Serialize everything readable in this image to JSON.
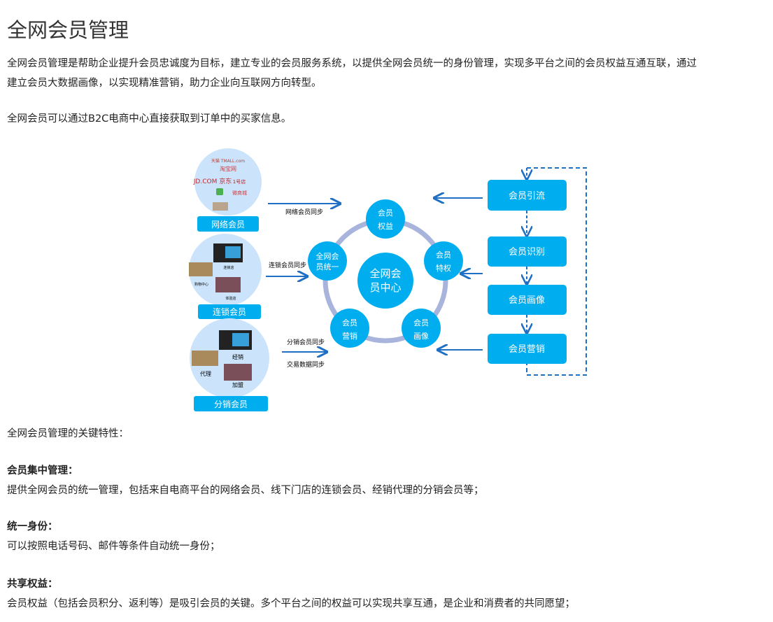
{
  "title": "全网会员管理",
  "intro_line1": "全网会员管理是帮助企业提升会员忠诚度为目标，建立专业的会员服务系统，以提供全网会员统一的身份管理，实现多平台之间的会员权益互通互联，通过",
  "intro_line2": "建立会员大数据画像，以实现精准营销，助力企业向互联网方向转型。",
  "b2c_note": "全网会员可以通过B2C电商中心直接获取到订单中的买家信息。",
  "diagram": {
    "logos": {
      "tmall": "天猫 TMALL.com",
      "taobao": "淘宝网",
      "jd": "JD.COM 京东",
      "yhd": "1号店",
      "weishang": "微商城"
    },
    "network_label": "网络会员",
    "chain_label": "连锁会员",
    "dist_label": "分销会员",
    "chain_photos": {
      "store": "连锁店",
      "mall": "购物中心",
      "exp": "体验店"
    },
    "dist_photos": {
      "jx": "经销",
      "dl": "代理",
      "jm": "加盟"
    },
    "arrow_network": "网络会员同步",
    "arrow_chain": "连锁会员同步",
    "arrow_dist": "分销会员同步",
    "arrow_trade": "交易数据同步",
    "center": [
      "全网会",
      "员中心"
    ],
    "nodes": {
      "top": [
        "会员",
        "权益"
      ],
      "right": [
        "会员",
        "特权"
      ],
      "br": [
        "会员",
        "画像"
      ],
      "bl": [
        "会员",
        "营销"
      ],
      "left": [
        "全网会",
        "员统一"
      ]
    },
    "flow": [
      "会员引流",
      "会员识别",
      "会员画像",
      "会员营销"
    ],
    "colors": {
      "blue": "#00aeef",
      "ring": "#a9b4dc",
      "arrow": "#1f6fc5",
      "left_circle": "#cce4fb"
    }
  },
  "features_title": "全网会员管理的关键特性：",
  "features": [
    {
      "title": "会员集中管理：",
      "desc": "提供全网会员的统一管理，包括来自电商平台的网络会员、线下门店的连锁会员、经销代理的分销会员等；"
    },
    {
      "title": "统一身份：",
      "desc": "可以按照电话号码、邮件等条件自动统一身份；"
    },
    {
      "title": "共享权益：",
      "desc": "会员权益（包括会员积分、返利等）是吸引会员的关键。多个平台之间的权益可以实现共享互通，是企业和消费者的共同愿望；"
    }
  ]
}
